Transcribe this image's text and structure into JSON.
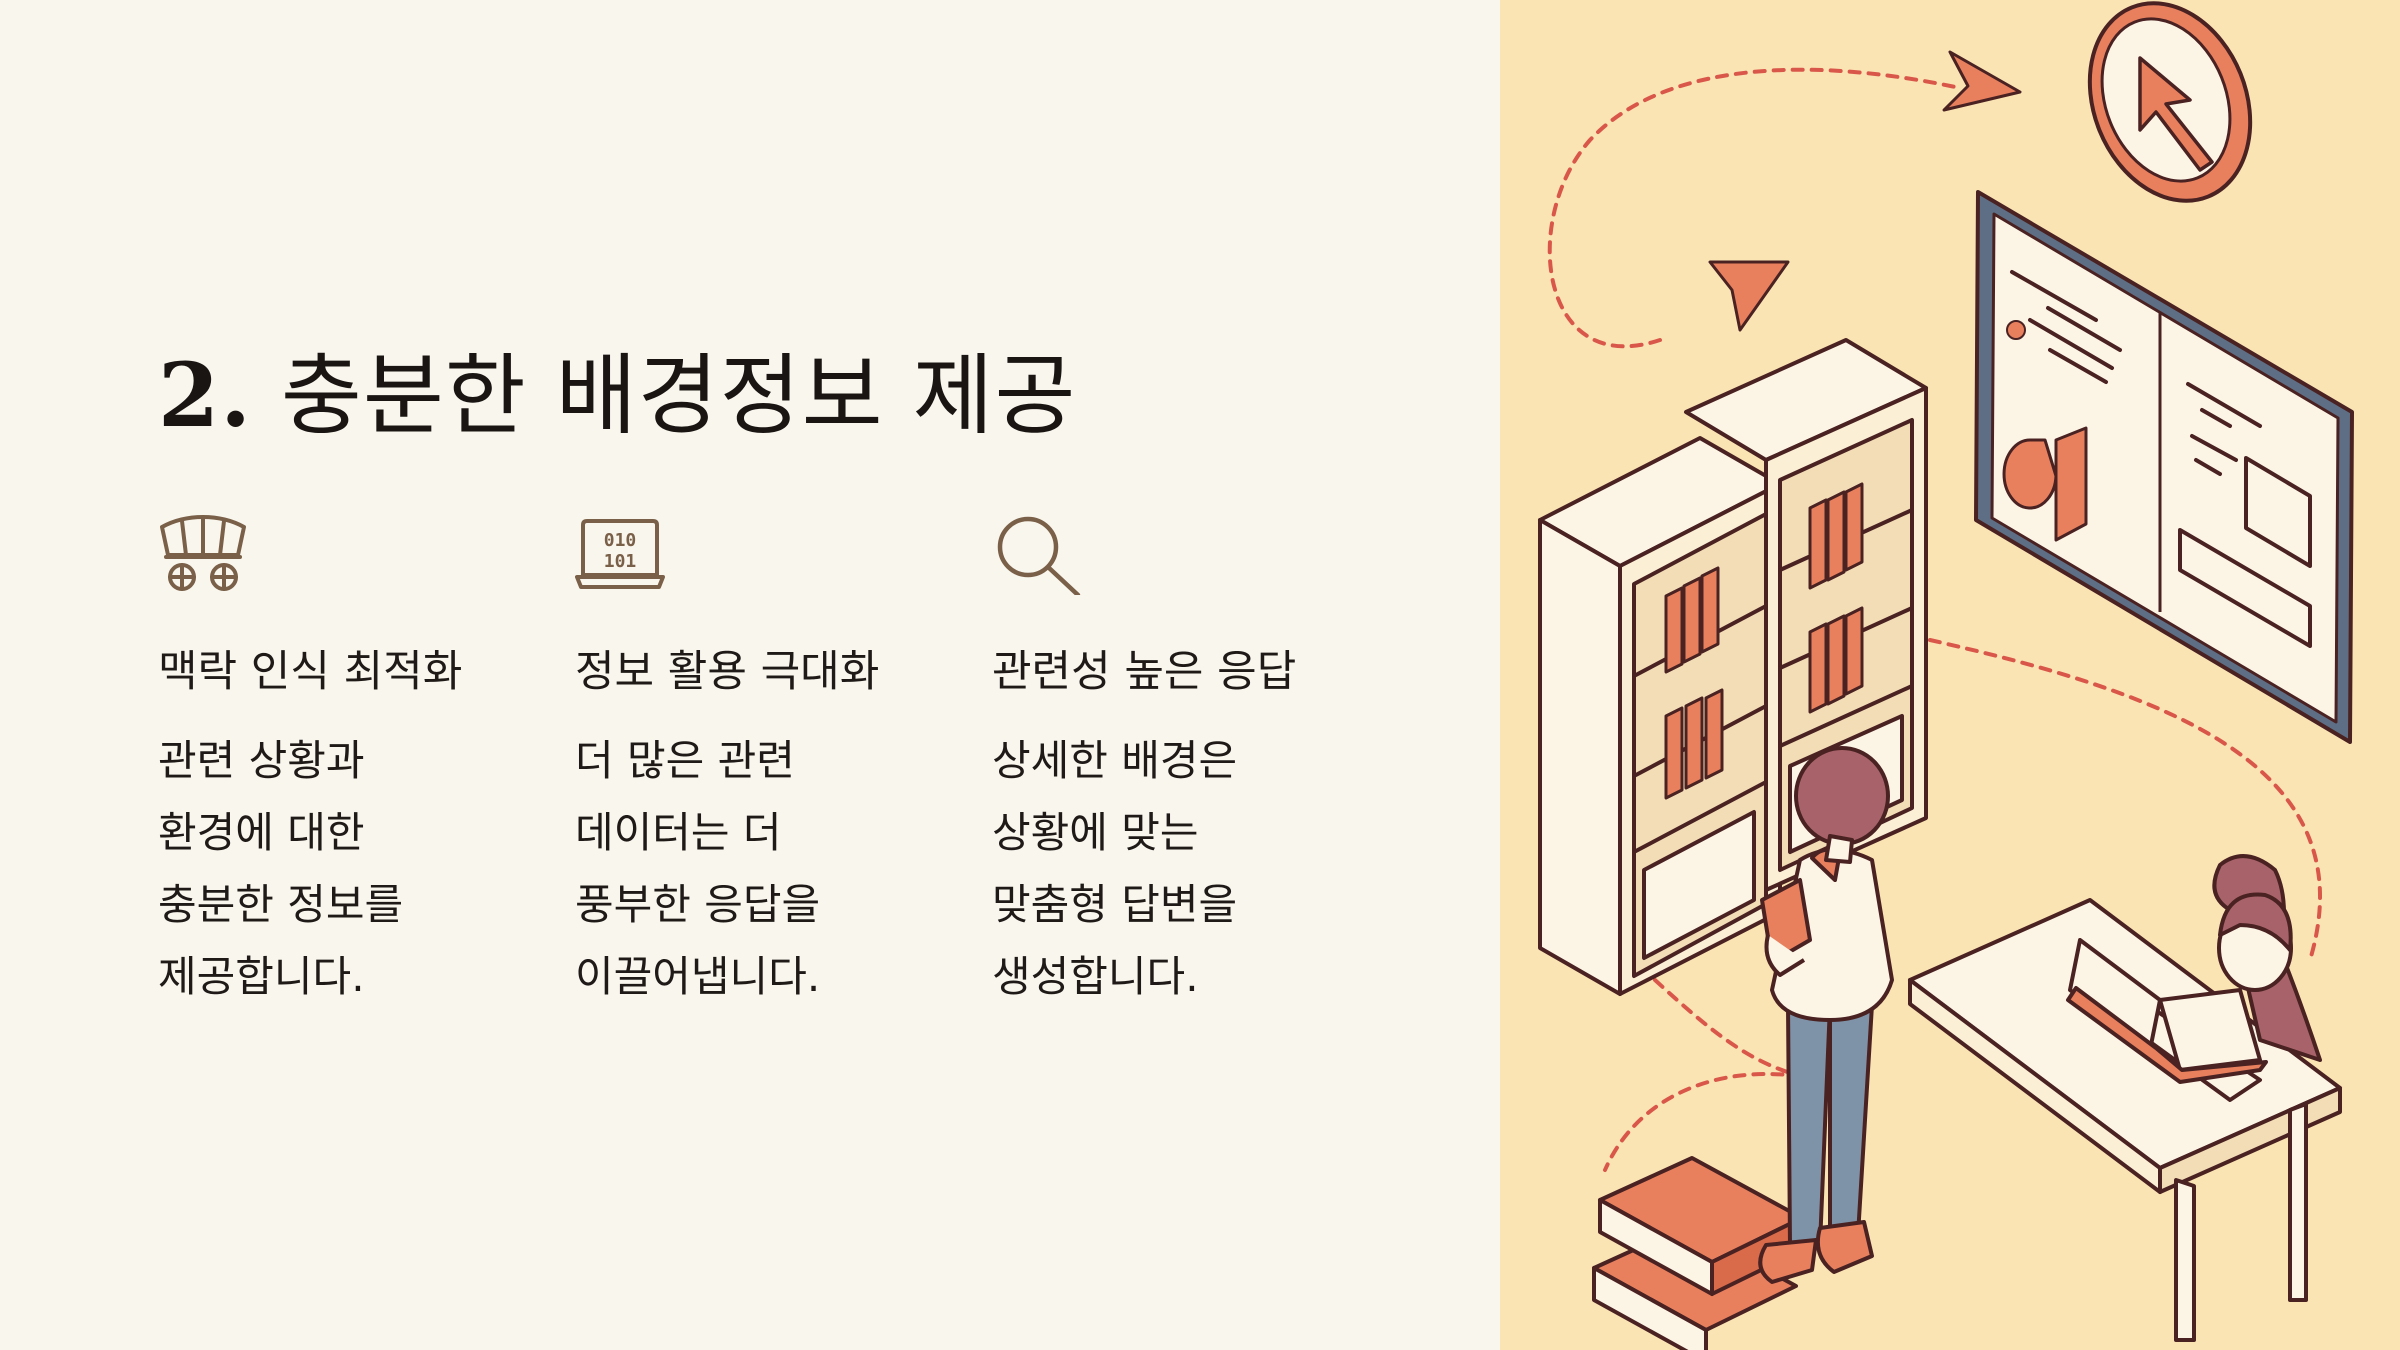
{
  "slide": {
    "title_number": "2.",
    "title_text": "충분한 배경정보 제공"
  },
  "features": [
    {
      "icon": "wagon-icon",
      "heading": "맥락 인식 최적화",
      "description": "관련 상황과 환경에 대한 충분한 정보를 제공합니다."
    },
    {
      "icon": "binary-laptop-icon",
      "heading": "정보 활용 극대화",
      "description": "더 많은 관련 데이터는 더 풍부한 응답을 이끌어냅니다."
    },
    {
      "icon": "magnifier-icon",
      "heading": "관련성 높은 응답",
      "description": "상세한 배경은 상황에 맞는 맞춤형 답변을 생성합니다."
    }
  ],
  "illustration": {
    "subject": "library-study-scene",
    "colors": {
      "background": "#FBE4B4",
      "accent": "#E8805E",
      "outline": "#4A2222",
      "paper": "#FCF5E6",
      "frame": "#5E6F85",
      "dashes": "#D9574A"
    }
  },
  "colors": {
    "page_background": "#F9F6EE",
    "text": "#1F1A17",
    "icon": "#7A6048"
  }
}
